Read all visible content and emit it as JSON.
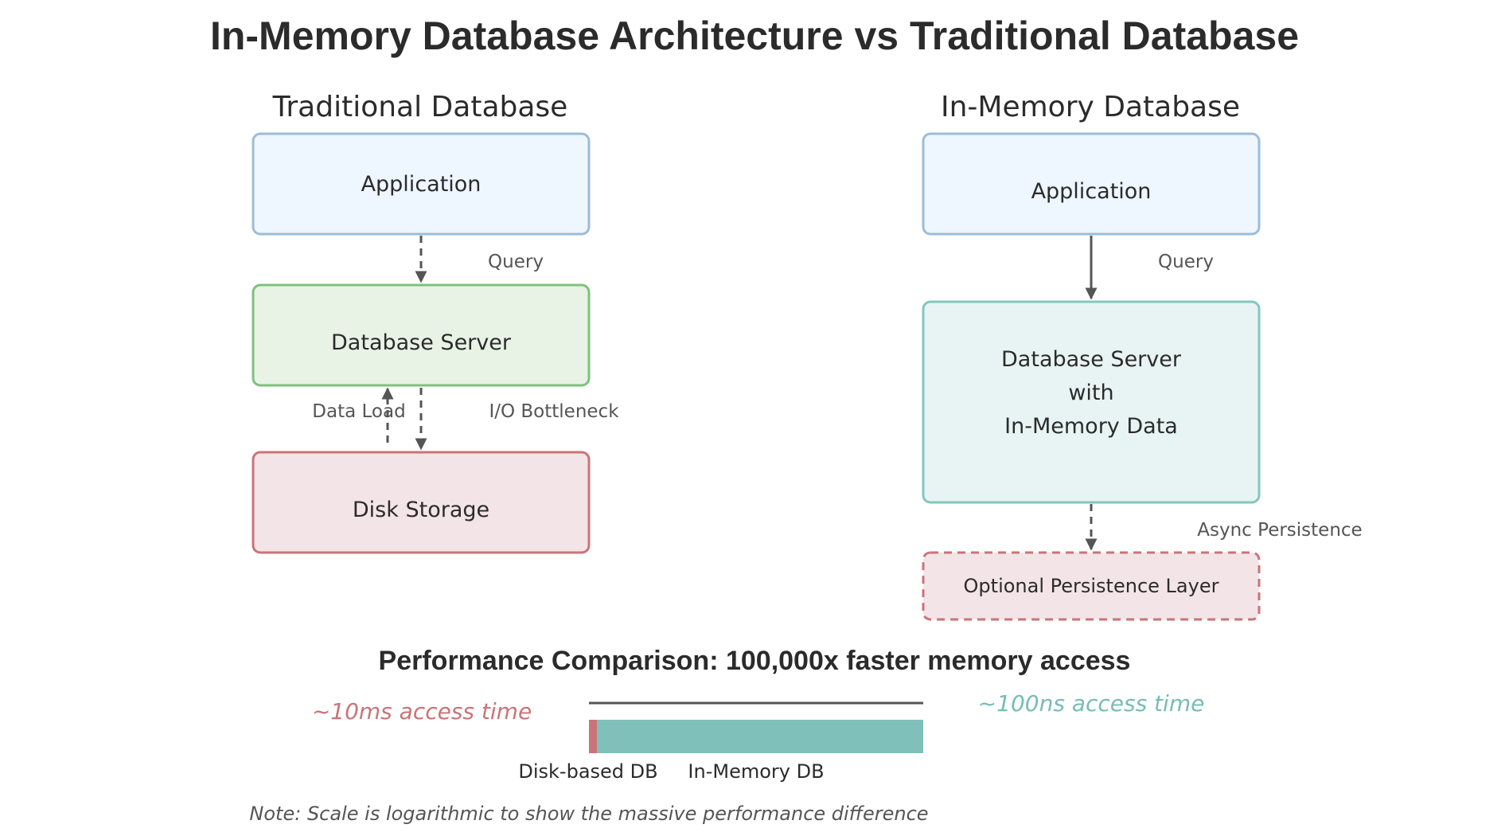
{
  "title": "In-Memory Database Architecture vs Traditional Database",
  "traditional": {
    "heading": "Traditional Database",
    "application": "Application",
    "query": "Query",
    "server": "Database Server",
    "data_load": "Data Load",
    "io_bottleneck": "I/O Bottleneck",
    "storage": "Disk Storage"
  },
  "inmemory": {
    "heading": "In-Memory Database",
    "application": "Application",
    "query": "Query",
    "server_lines": [
      "Database Server",
      "with",
      "In-Memory Data"
    ],
    "async": "Async Persistence",
    "persistence": "Optional Persistence Layer"
  },
  "performance": {
    "title": "Performance Comparison: 100,000x faster memory access",
    "disk_access": "~10ms access time",
    "memory_access": "~100ns access time",
    "note": "Note: Scale is logarithmic to show the massive performance difference"
  },
  "colors": {
    "app_fill": "#eef6ff",
    "app_stroke": "#9dbcd6",
    "server_fill": "#e8f3e6",
    "server_stroke": "#7cc17c",
    "disk_fill": "#f3e5e7",
    "disk_stroke": "#c97478",
    "mem_fill": "#e8f4f3",
    "mem_stroke": "#83c6c0",
    "arrow": "#555555",
    "disk_text": "#c97478",
    "mem_text": "#76bdb6",
    "disk_bar": "#c97478",
    "mem_bar": "#7fc1ba"
  },
  "chart_data": {
    "type": "bar",
    "categories": [
      "Disk-based DB",
      "In-Memory DB"
    ],
    "scale": "log"
  }
}
